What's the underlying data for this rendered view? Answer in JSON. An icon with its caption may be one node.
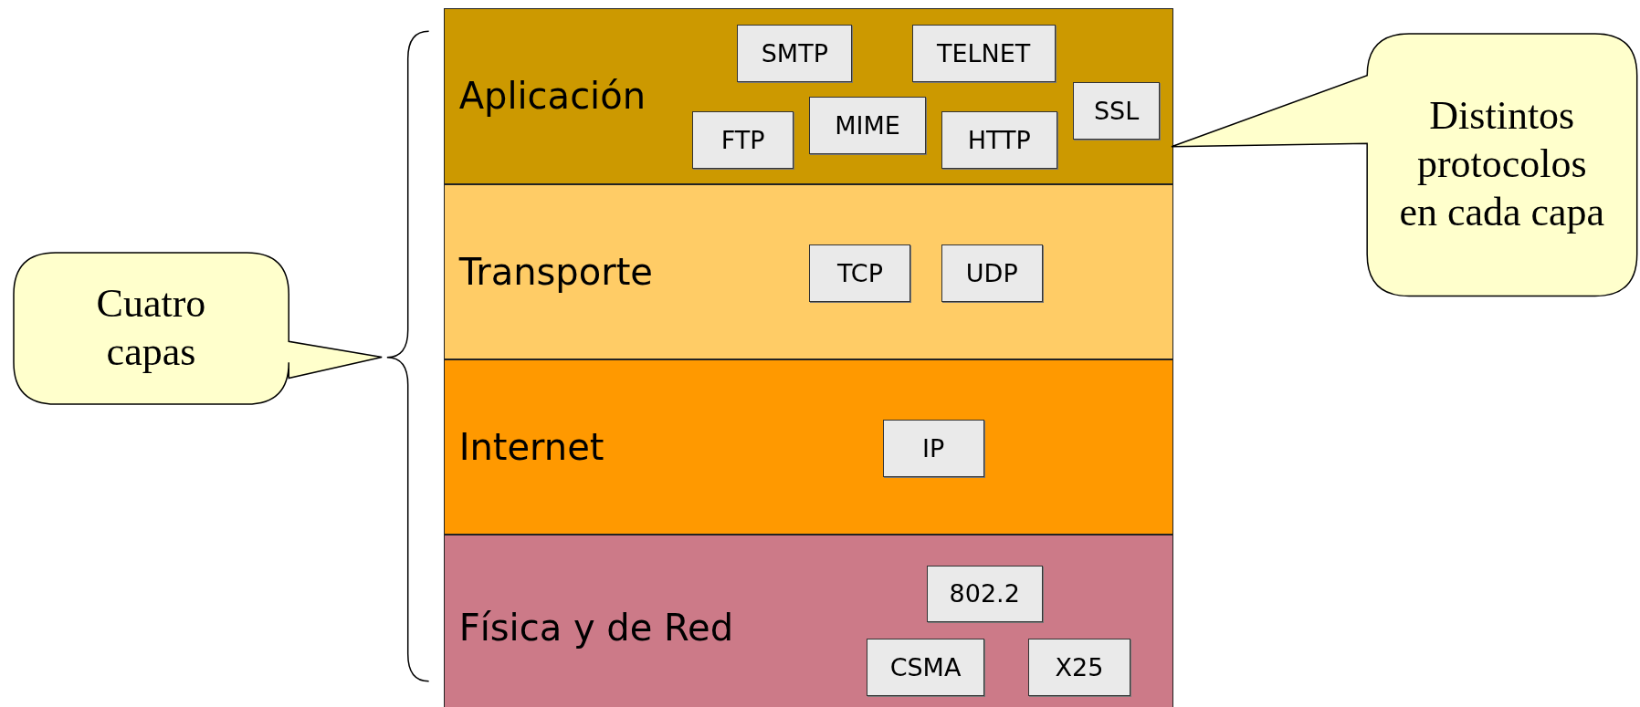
{
  "diagram": {
    "nodes": [
      {
        "text": [
          "Aplicación"
        ]
      },
      {
        "text": [
          "SMTP"
        ],
        "in": 0
      },
      {
        "text": [
          "TELNET"
        ],
        "in": 0
      },
      {
        "text": [
          "SSL"
        ],
        "in": 0
      },
      {
        "text": [
          "FTP"
        ],
        "in": 0
      },
      {
        "text": [
          "MIME"
        ],
        "in": 0
      },
      {
        "text": [
          "HTTP"
        ],
        "in": 0
      },
      {
        "text": [
          "Transporte"
        ]
      },
      {
        "text": [
          "TCP"
        ],
        "in": 7
      },
      {
        "text": [
          "UDP"
        ],
        "in": 7
      },
      {
        "text": [
          "Internet"
        ]
      },
      {
        "text": [
          "IP"
        ],
        "in": 10
      },
      {
        "text": [
          "Física y de Red"
        ]
      },
      {
        "text": [
          "802.2"
        ],
        "in": 12
      },
      {
        "text": [
          "CSMA"
        ],
        "in": 12
      },
      {
        "text": [
          "X25"
        ],
        "in": 12
      },
      {
        "text": [
          "Cuatro capas"
        ]
      },
      {
        "text": [
          "Distintos protocolos en cada capa"
        ]
      }
    ]
  }
}
